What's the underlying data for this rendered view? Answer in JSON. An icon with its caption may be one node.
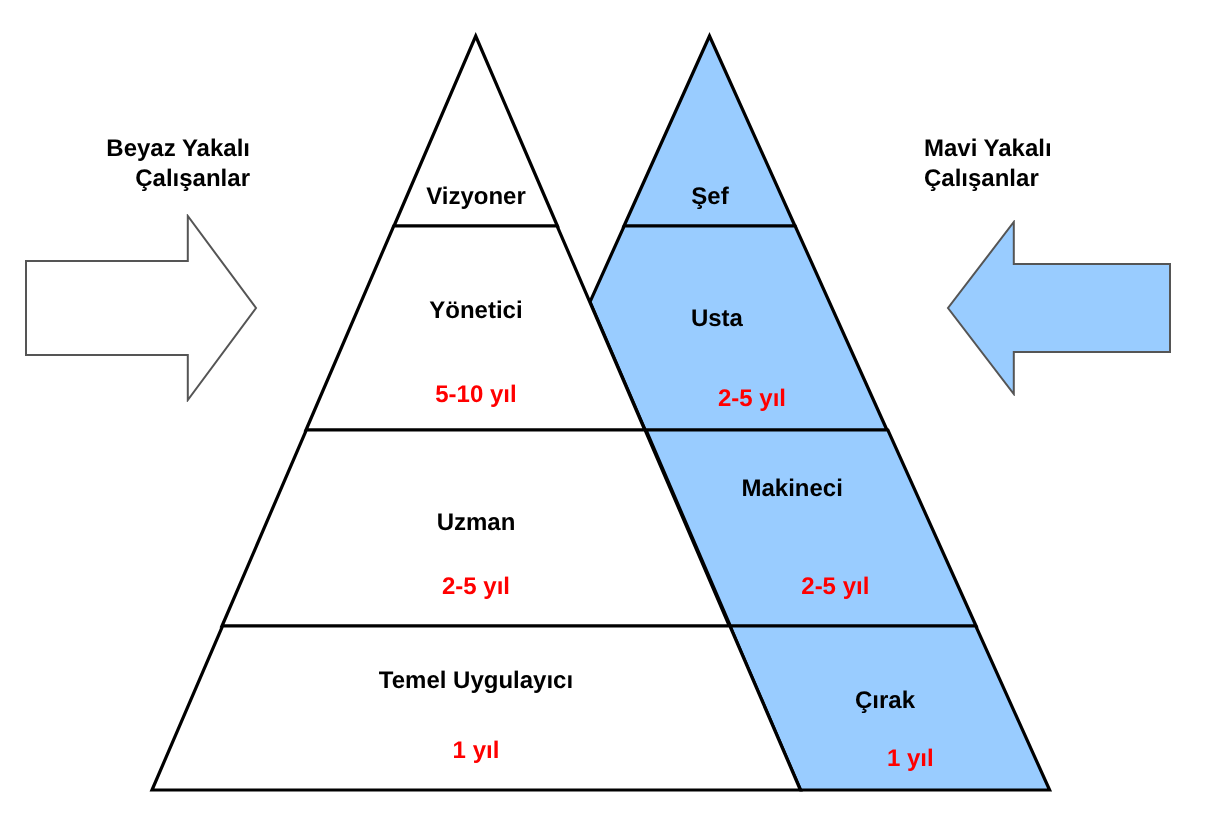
{
  "diagram": {
    "nodes": [
      {
        "text": [
          "Vizyoner"
        ]
      },
      {
        "text": [
          "Yönetici",
          "5-10 yıl"
        ]
      },
      {
        "text": [
          "Uzman",
          "2-5 yıl"
        ]
      },
      {
        "text": [
          "Temel Uygulayıcı",
          "1 yıl"
        ]
      },
      {
        "text": [
          "Şef"
        ]
      },
      {
        "text": [
          "Usta",
          "2-5 yıl"
        ]
      },
      {
        "text": [
          "Makineci",
          "2-5 yıl"
        ]
      },
      {
        "text": [
          "Çırak",
          "1 yıl"
        ]
      }
    ],
    "labels": [
      "Beyaz Yakalı Çalışanlar",
      "Mavi Yakalı Çalışanlar"
    ]
  }
}
